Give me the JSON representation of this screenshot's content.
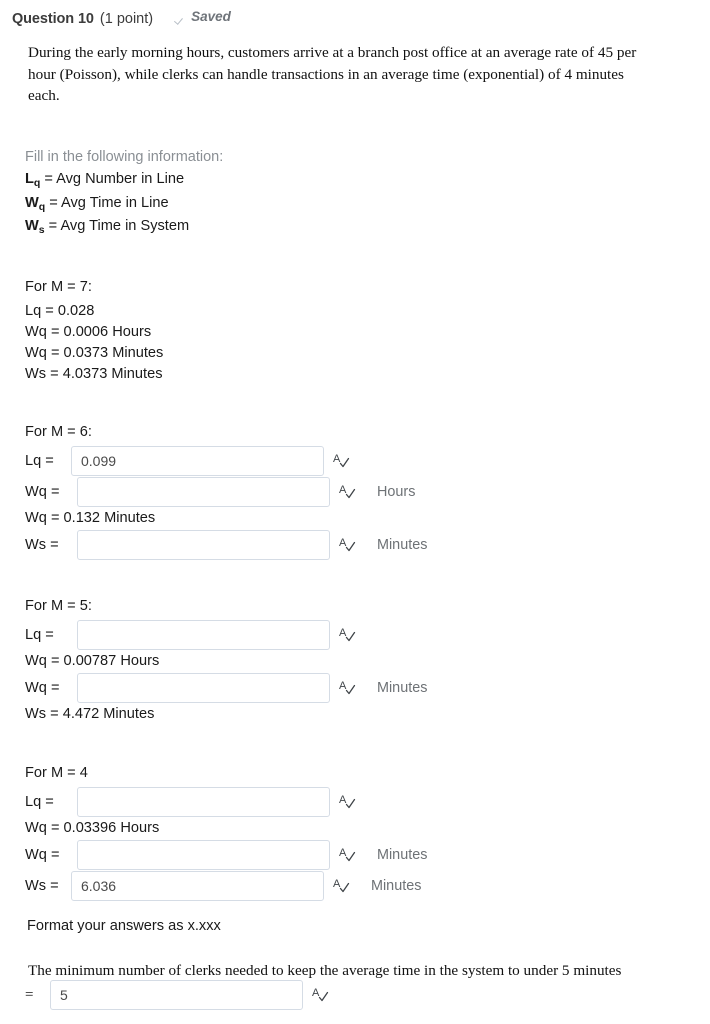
{
  "header": {
    "question_title": "Question 10",
    "points": "(1 point)",
    "saved_label": "Saved",
    "check_icon": "check-icon"
  },
  "prompt": "During the early morning hours, customers arrive at a branch post office at an average rate of 45 per hour (Poisson), while clerks can handle transactions in an average time (exponential) of 4 minutes each.",
  "legend": {
    "heading": "Fill in the following information:",
    "lines": [
      {
        "sym": "L",
        "sub": "q",
        "desc": " = Avg Number in Line"
      },
      {
        "sym": "W",
        "sub": "q",
        "desc": " = Avg Time in Line"
      },
      {
        "sym": "W",
        "sub": "s",
        "desc": " = Avg Time in System"
      }
    ]
  },
  "blocks": [
    {
      "title": "For M = 7:",
      "rows": [
        {
          "kind": "static",
          "text": "Lq = 0.028"
        },
        {
          "kind": "static",
          "text": "Wq = 0.0006 Hours"
        },
        {
          "kind": "static",
          "text": "Wq = 0.0373 Minutes"
        },
        {
          "kind": "static",
          "text": "Ws = 4.0373 Minutes"
        }
      ]
    },
    {
      "title": "For M = 6:",
      "rows": [
        {
          "kind": "input",
          "label": "Lq =",
          "value": "0.099",
          "unit": ""
        },
        {
          "kind": "input",
          "label": "Wq =",
          "value": "",
          "unit": "Hours"
        },
        {
          "kind": "static",
          "text": "Wq = 0.132 Minutes"
        },
        {
          "kind": "input",
          "label": "Ws =",
          "value": "",
          "unit": "Minutes"
        }
      ]
    },
    {
      "title": "For M = 5:",
      "rows": [
        {
          "kind": "input",
          "label": "Lq =",
          "value": "",
          "unit": ""
        },
        {
          "kind": "static",
          "text": "Wq = 0.00787 Hours"
        },
        {
          "kind": "input",
          "label": "Wq =",
          "value": "",
          "unit": "Minutes"
        },
        {
          "kind": "static",
          "text": "Ws = 4.472 Minutes"
        }
      ]
    },
    {
      "title": "For M = 4",
      "rows": [
        {
          "kind": "input",
          "label": "Lq =",
          "value": "",
          "unit": ""
        },
        {
          "kind": "static",
          "text": "Wq = 0.03396 Hours"
        },
        {
          "kind": "input",
          "label": "Wq =",
          "value": "",
          "unit": "Minutes"
        },
        {
          "kind": "input",
          "label": "Ws =",
          "value": "6.036",
          "unit": "Minutes"
        }
      ]
    }
  ],
  "format_note": "Format your answers as x.xxx",
  "final": {
    "question": "The minimum number of clerks needed to keep the average time in the system to under 5 minutes",
    "equals": "=",
    "value": "5"
  },
  "colors": {
    "input_border": "#d5dce5",
    "unit_text": "#6e7276",
    "muted_text": "#8a8f94",
    "body_text": "#1a1a1a"
  }
}
